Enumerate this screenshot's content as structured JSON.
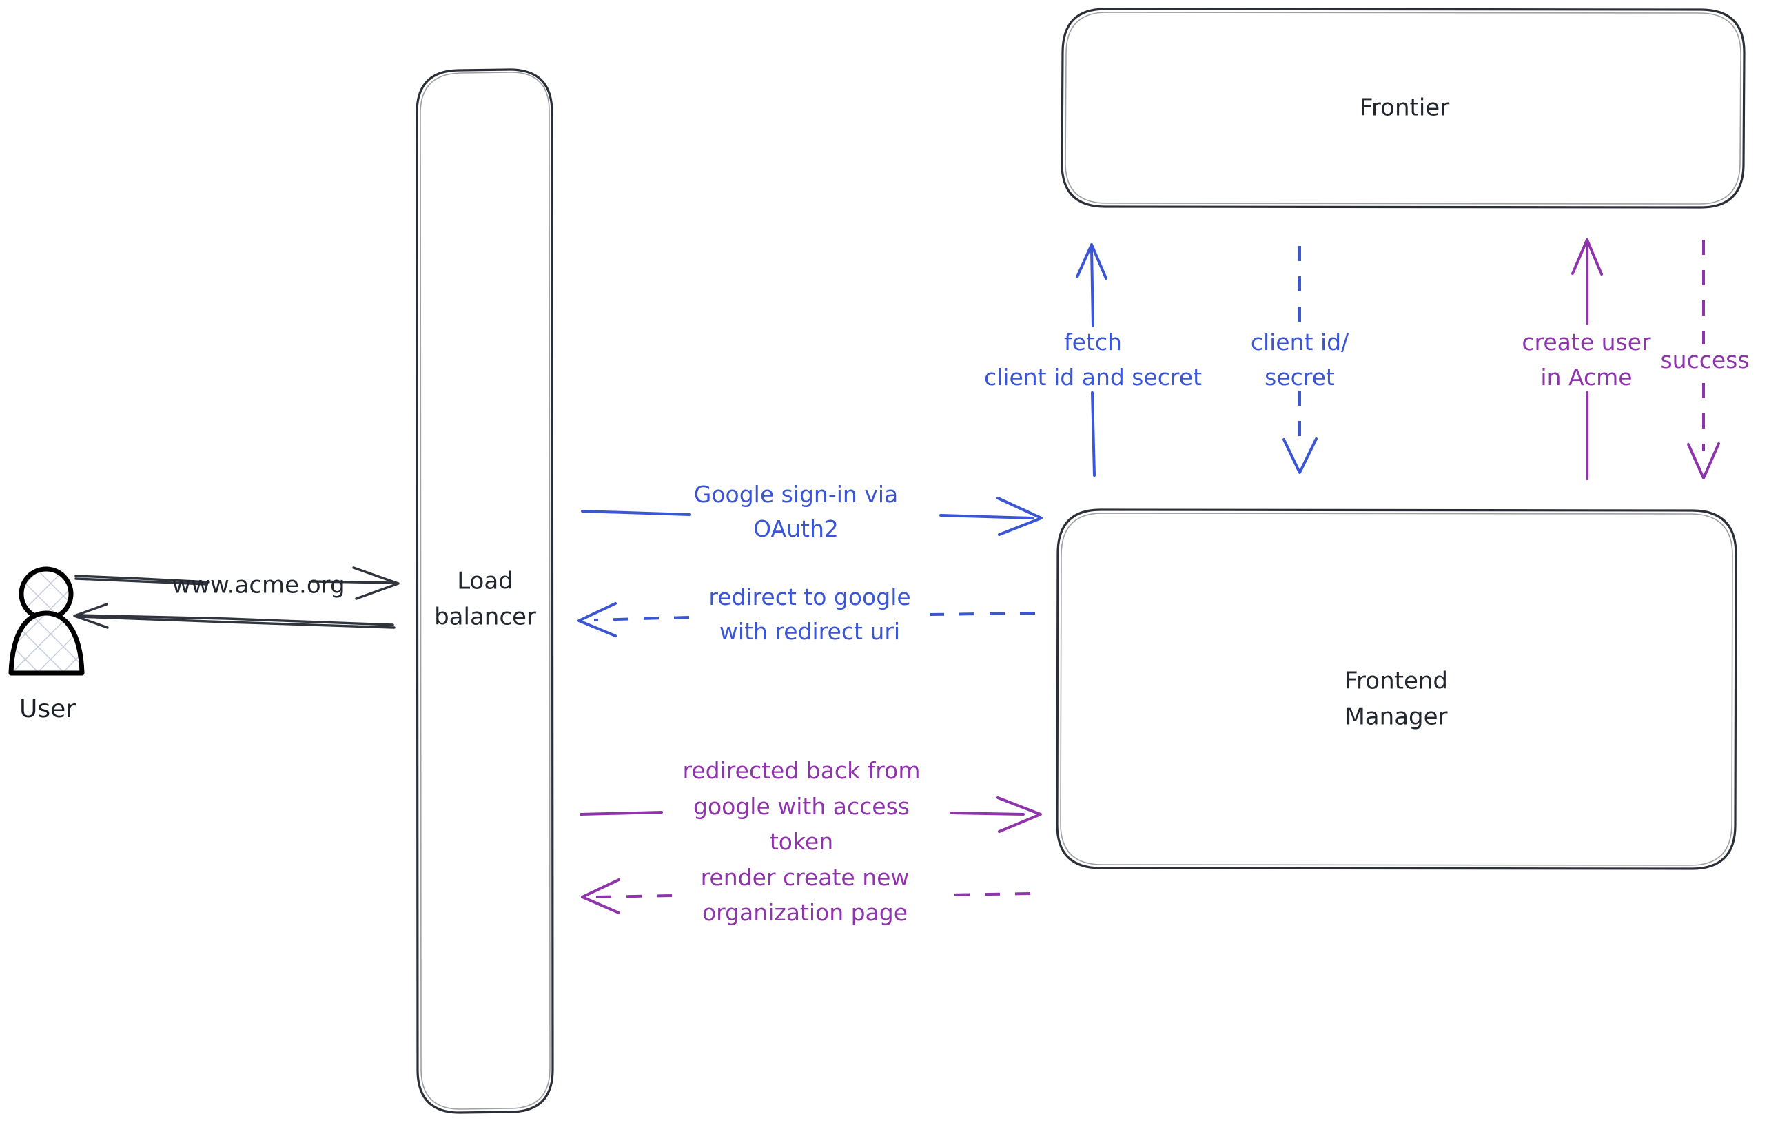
{
  "diagram": {
    "title": "Google OAuth2 sign-in sequence",
    "background": "#ffffff",
    "colors": {
      "node_stroke": "#2b2f38",
      "blue": "#3a56d4",
      "purple": "#8e35ab",
      "dark": "#30343d"
    }
  },
  "actors": {
    "user": {
      "label": "User",
      "icon": "user-person-icon"
    }
  },
  "nodes": {
    "load_balancer": {
      "label_line1": "Load",
      "label_line2": "balancer"
    },
    "frontier": {
      "label": "Frontier"
    },
    "frontend_manager": {
      "label_line1": "Frontend",
      "label_line2": "Manager"
    }
  },
  "edges": {
    "user_to_lb": {
      "label": "www.acme.org",
      "color": "#30343d",
      "style": "solid",
      "direction": "right"
    },
    "lb_to_user": {
      "label": "",
      "color": "#30343d",
      "style": "solid",
      "direction": "left"
    },
    "lb_to_fm_signin": {
      "label_line1": "Google sign-in via",
      "label_line2": "OAuth2",
      "color": "#3a56d4",
      "style": "solid",
      "direction": "right"
    },
    "fm_to_lb_redirect": {
      "label_line1": "redirect to google",
      "label_line2": "with redirect uri",
      "color": "#3a56d4",
      "style": "dashed",
      "direction": "left"
    },
    "lb_to_fm_token": {
      "label_line1": "redirected back from",
      "label_line2": "google with access",
      "label_line3": "token",
      "color": "#8e35ab",
      "style": "solid",
      "direction": "right"
    },
    "fm_to_lb_render": {
      "label_line1": "render create new",
      "label_line2": "organization page",
      "color": "#8e35ab",
      "style": "dashed",
      "direction": "left"
    },
    "fm_to_frontier_fetch": {
      "label_line1": "fetch",
      "label_line2": "client id and secret",
      "color": "#3a56d4",
      "style": "solid",
      "direction": "up"
    },
    "frontier_to_fm_creds": {
      "label_line1": "client id/",
      "label_line2": "secret",
      "color": "#3a56d4",
      "style": "dashed",
      "direction": "down"
    },
    "fm_to_frontier_create": {
      "label_line1": "create user",
      "label_line2": "in Acme",
      "color": "#8e35ab",
      "style": "solid",
      "direction": "up"
    },
    "frontier_to_fm_success": {
      "label": "success",
      "color": "#8e35ab",
      "style": "dashed",
      "direction": "down"
    }
  }
}
